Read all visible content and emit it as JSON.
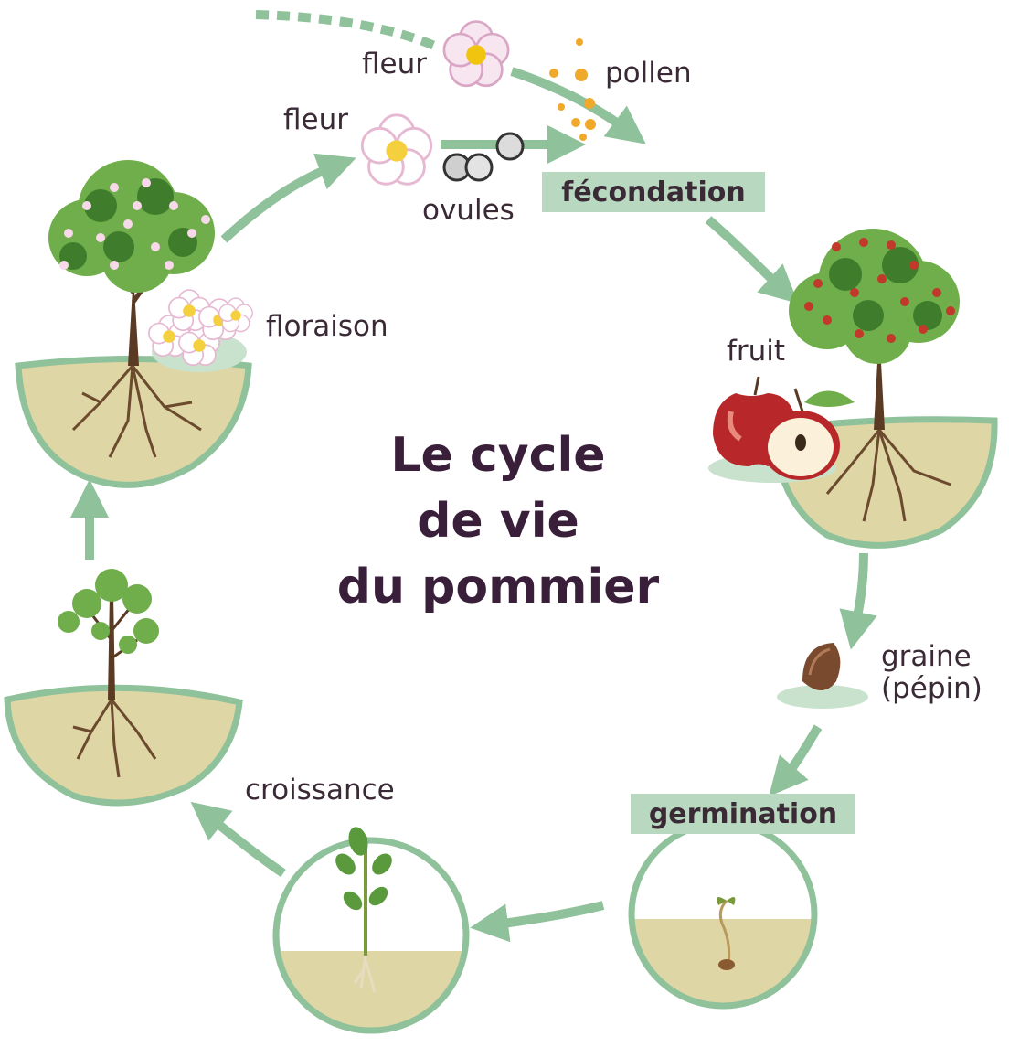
{
  "title": {
    "line1": "Le cycle",
    "line2": "de vie",
    "line3": "du pommier"
  },
  "labels": {
    "fleur_top": "fleur",
    "fleur_mid": "fleur",
    "pollen": "pollen",
    "ovules": "ovules",
    "fecondation": "fécondation",
    "fruit": "fruit",
    "graine_line1": "graine",
    "graine_line2": "(pépin)",
    "germination": "germination",
    "croissance": "croissance",
    "floraison": "floraison"
  },
  "colors": {
    "arrow": "#8fc19b",
    "label_box": "#b9d8c0",
    "soil": "#dfd6a5",
    "title": "#3a1f3a",
    "text": "#3a2a36"
  }
}
